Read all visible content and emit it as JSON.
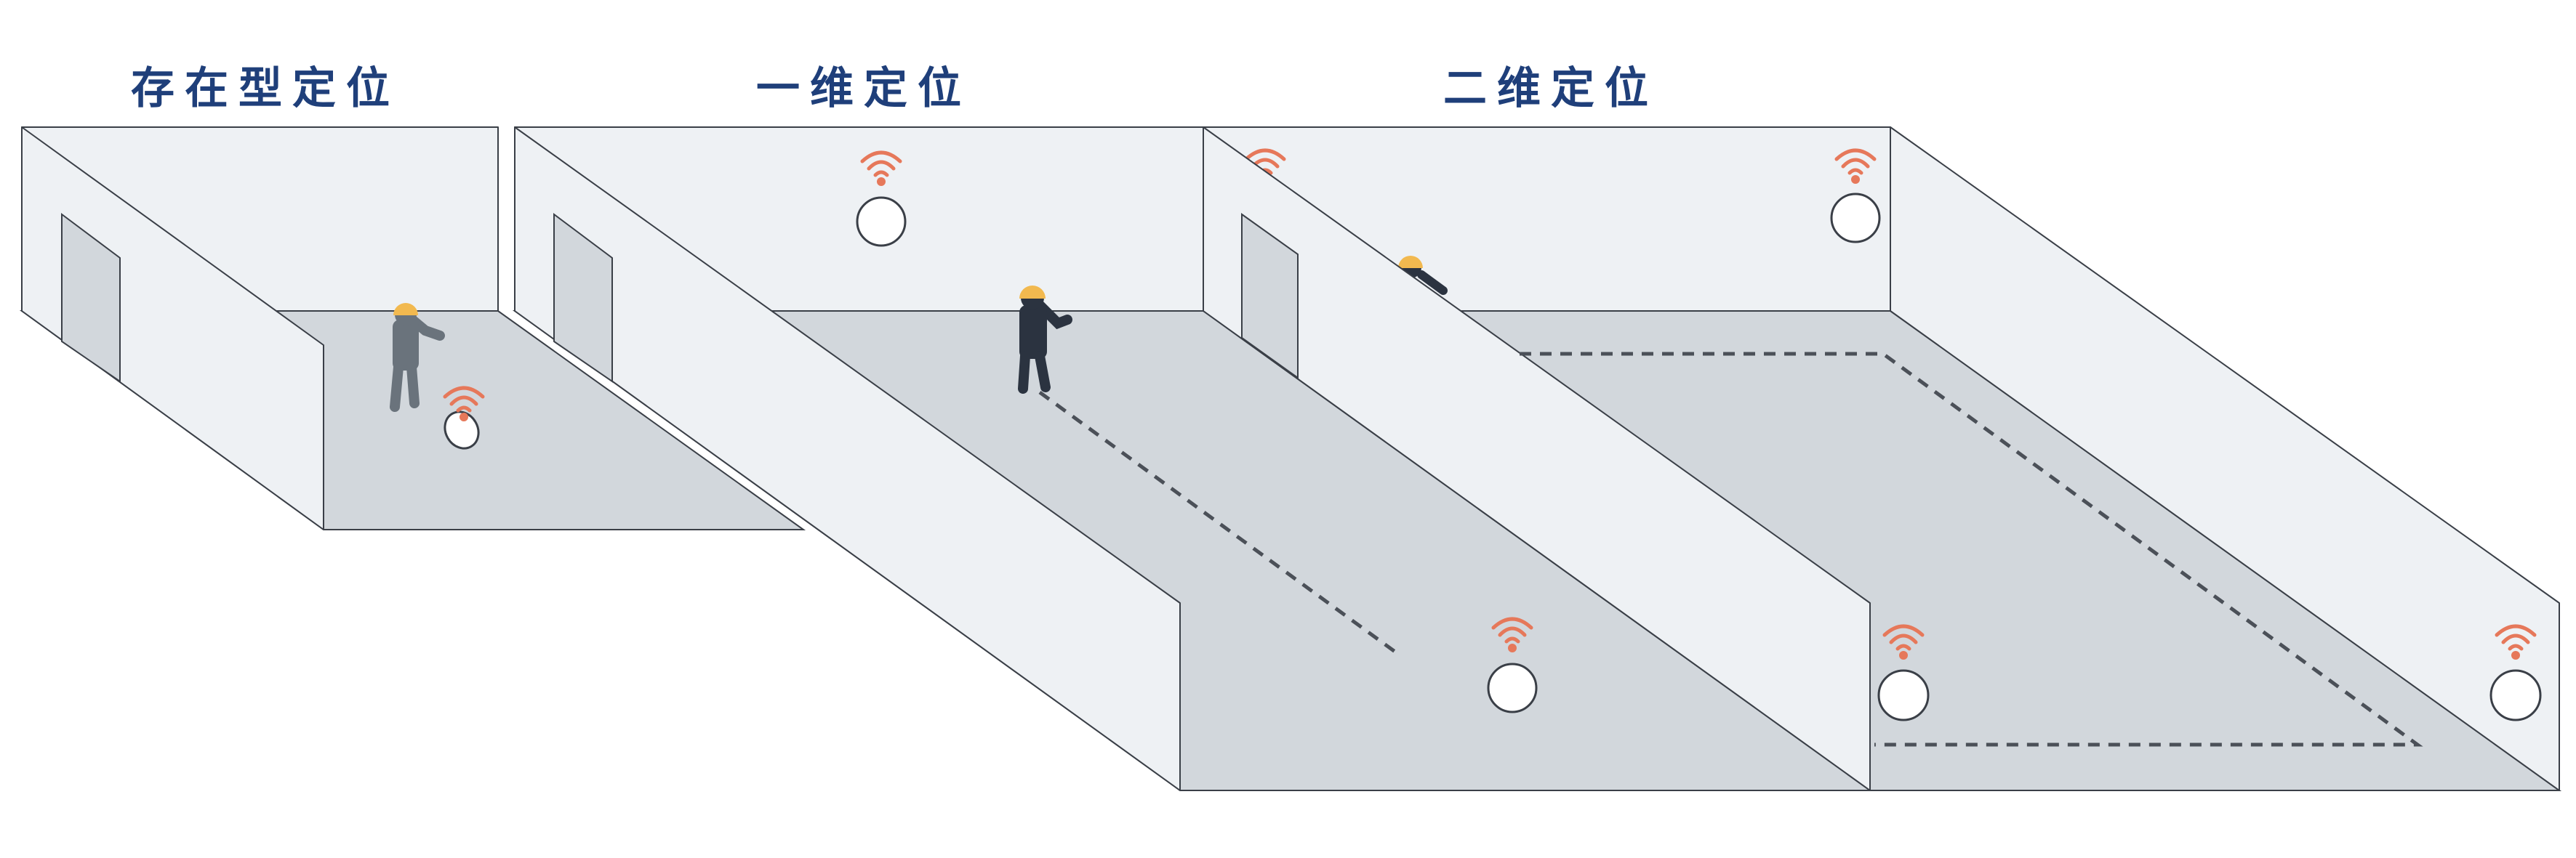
{
  "panels": [
    {
      "title": "存在型定位"
    },
    {
      "title": "一维定位"
    },
    {
      "title": "二维定位"
    }
  ],
  "colors": {
    "title": "#1f3f7a",
    "wall": "#eef1f4",
    "floor": "#d2d7dc",
    "outline": "#3a3f47",
    "signal": "#e6785a",
    "helmet": "#f2b94f",
    "person_gray": "#6a737c",
    "person_dark": "#2b3340"
  },
  "icons": [
    "wifi-signal-icon",
    "anchor-node-icon",
    "worker-figure-icon"
  ]
}
